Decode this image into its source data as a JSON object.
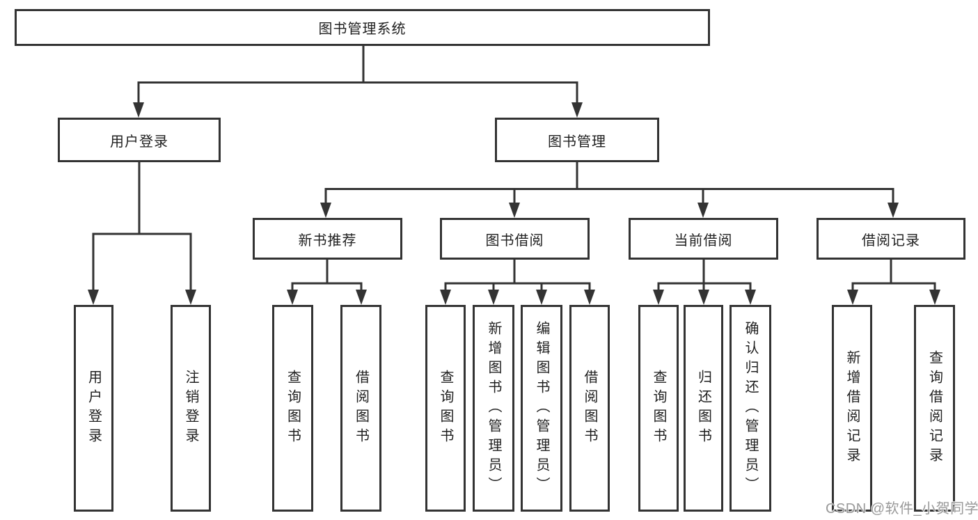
{
  "diagram": {
    "root_label": "图书管理系统",
    "branches": [
      {
        "label": "用户登录",
        "children": [
          "用户登录",
          "注销登录"
        ]
      },
      {
        "label": "图书管理",
        "sections": [
          {
            "label": "新书推荐",
            "children": [
              "查询图书",
              "借阅图书"
            ]
          },
          {
            "label": "图书借阅",
            "children": [
              "查询图书",
              "新增图书（管理员）",
              "编辑图书（管理员）",
              "借阅图书"
            ]
          },
          {
            "label": "当前借阅",
            "children": [
              "查询图书",
              "归还图书",
              "确认归还（管理员）"
            ]
          },
          {
            "label": "借阅记录",
            "children": [
              "新增借阅记录",
              "查询借阅记录"
            ]
          }
        ]
      }
    ]
  },
  "watermark": "CSDN @软件_小贺同学",
  "colors": {
    "line": "#333333",
    "text": "#1f1f1f",
    "background": "#ffffff",
    "watermark": "#999999"
  }
}
